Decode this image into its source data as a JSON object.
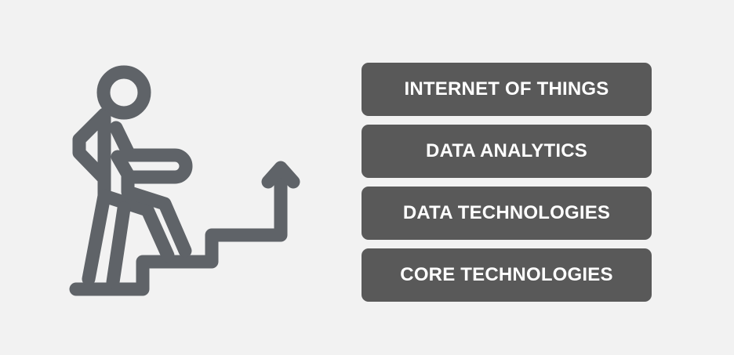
{
  "colors": {
    "background": "#f2f2f2",
    "icon": "#5f6368",
    "box": "#595959",
    "text": "#ffffff"
  },
  "icon": "person-climbing-stairs-icon",
  "items": [
    {
      "label": "INTERNET OF THINGS"
    },
    {
      "label": "DATA ANALYTICS"
    },
    {
      "label": "DATA TECHNOLOGIES"
    },
    {
      "label": "CORE TECHNOLOGIES"
    }
  ]
}
